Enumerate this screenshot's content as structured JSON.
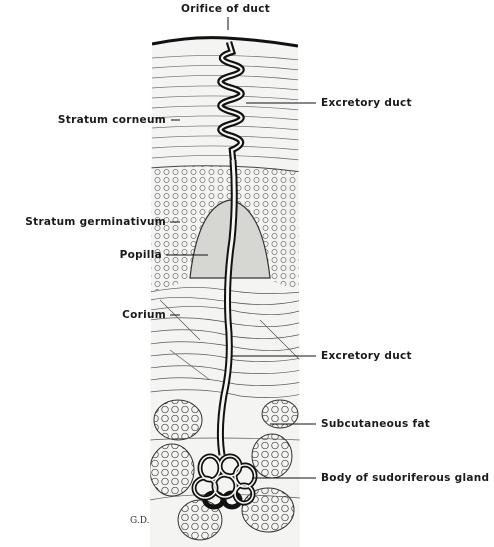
{
  "labels": {
    "orifice": "Orifice of duct",
    "excretory_upper": "Excretory duct",
    "stratum_corneum": "Stratum corneum",
    "stratum_germinativum": "Stratum germinativum",
    "papilla": "Popilla",
    "corium": "Corium",
    "excretory_lower": "Excretory duct",
    "subcutaneous_fat": "Subcutaneous fat",
    "gland_body": "Body of sudoriferous gland"
  },
  "signature": "G.D."
}
